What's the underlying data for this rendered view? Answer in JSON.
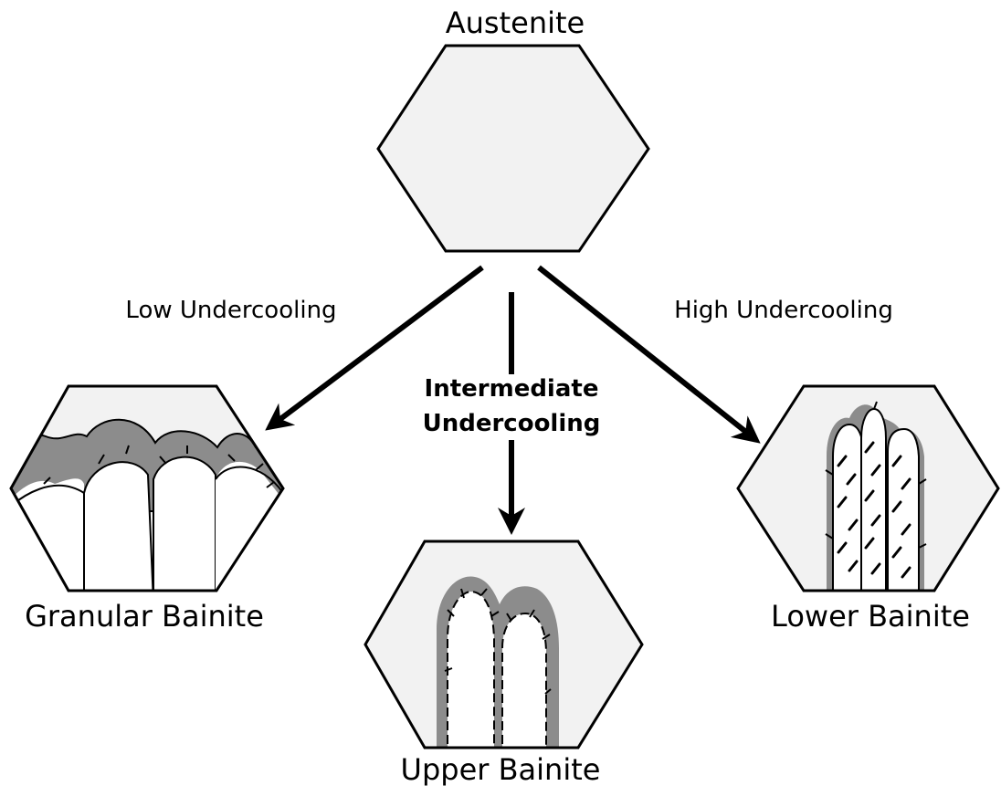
{
  "nodes": {
    "austenite": "Austenite",
    "granular": "Granular Bainite",
    "upper": "Upper Bainite",
    "lower": "Lower Bainite"
  },
  "conditions": {
    "low": "Low Undercooling",
    "high": "High Undercooling",
    "intermediate_line1": "Intermediate",
    "intermediate_line2": "Undercooling"
  },
  "colors": {
    "outline": "#000000",
    "hex_fill_light": "#f2f2f2",
    "hex_fill_white": "#ffffff",
    "shell_gray": "#8c8c8c",
    "lath_white": "#ffffff"
  }
}
